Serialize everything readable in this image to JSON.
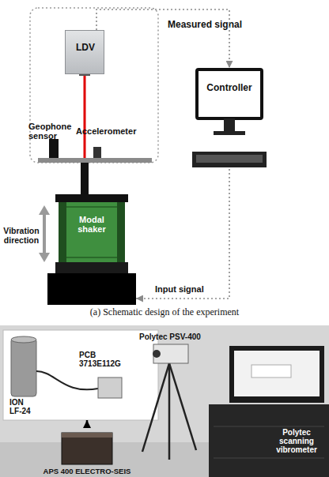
{
  "diagram": {
    "caption": "(a) Schematic design of the experiment",
    "nodes": [
      {
        "text": [
          "LDV"
        ]
      },
      {
        "text": [
          "Controller"
        ]
      },
      {
        "text": [
          "Modal shaker"
        ]
      },
      {
        "text": [
          "ION LF-24",
          "PCB 3713E112G"
        ]
      },
      {
        "text": [
          "APS 400 ELECTRO-SEIS"
        ]
      }
    ],
    "edges": [
      {
        "from": 0,
        "to": 1,
        "label": "Measured signal",
        "arrow": "to"
      },
      {
        "from": 1,
        "to": 2,
        "label": "Input signal",
        "arrow": "to"
      },
      {
        "from": 4,
        "to": 3,
        "arrow": "to"
      }
    ],
    "labels": [
      "Geophone sensor",
      "Accelerometer",
      "Vibration direction",
      "Polytec PSV-400",
      "Polytec scanning vibrometer"
    ]
  }
}
